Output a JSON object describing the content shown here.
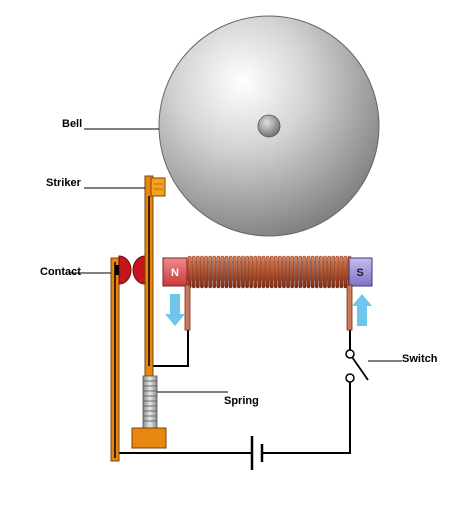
{
  "labels": {
    "bell": "Bell",
    "striker": "Striker",
    "contact": "Contact",
    "spring": "Spring",
    "switch": "Switch"
  },
  "magnet": {
    "north": "N",
    "south": "S"
  },
  "colors": {
    "bell_light": "#ffffff",
    "bell_dark": "#7c7c7c",
    "striker": "#e8870f",
    "contact": "#c4161c",
    "coil": "#b0502e",
    "north_pole": "#e35d5d",
    "south_pole": "#9a90d8",
    "current_arrow": "#6fc6ea",
    "wire": "#000000"
  }
}
